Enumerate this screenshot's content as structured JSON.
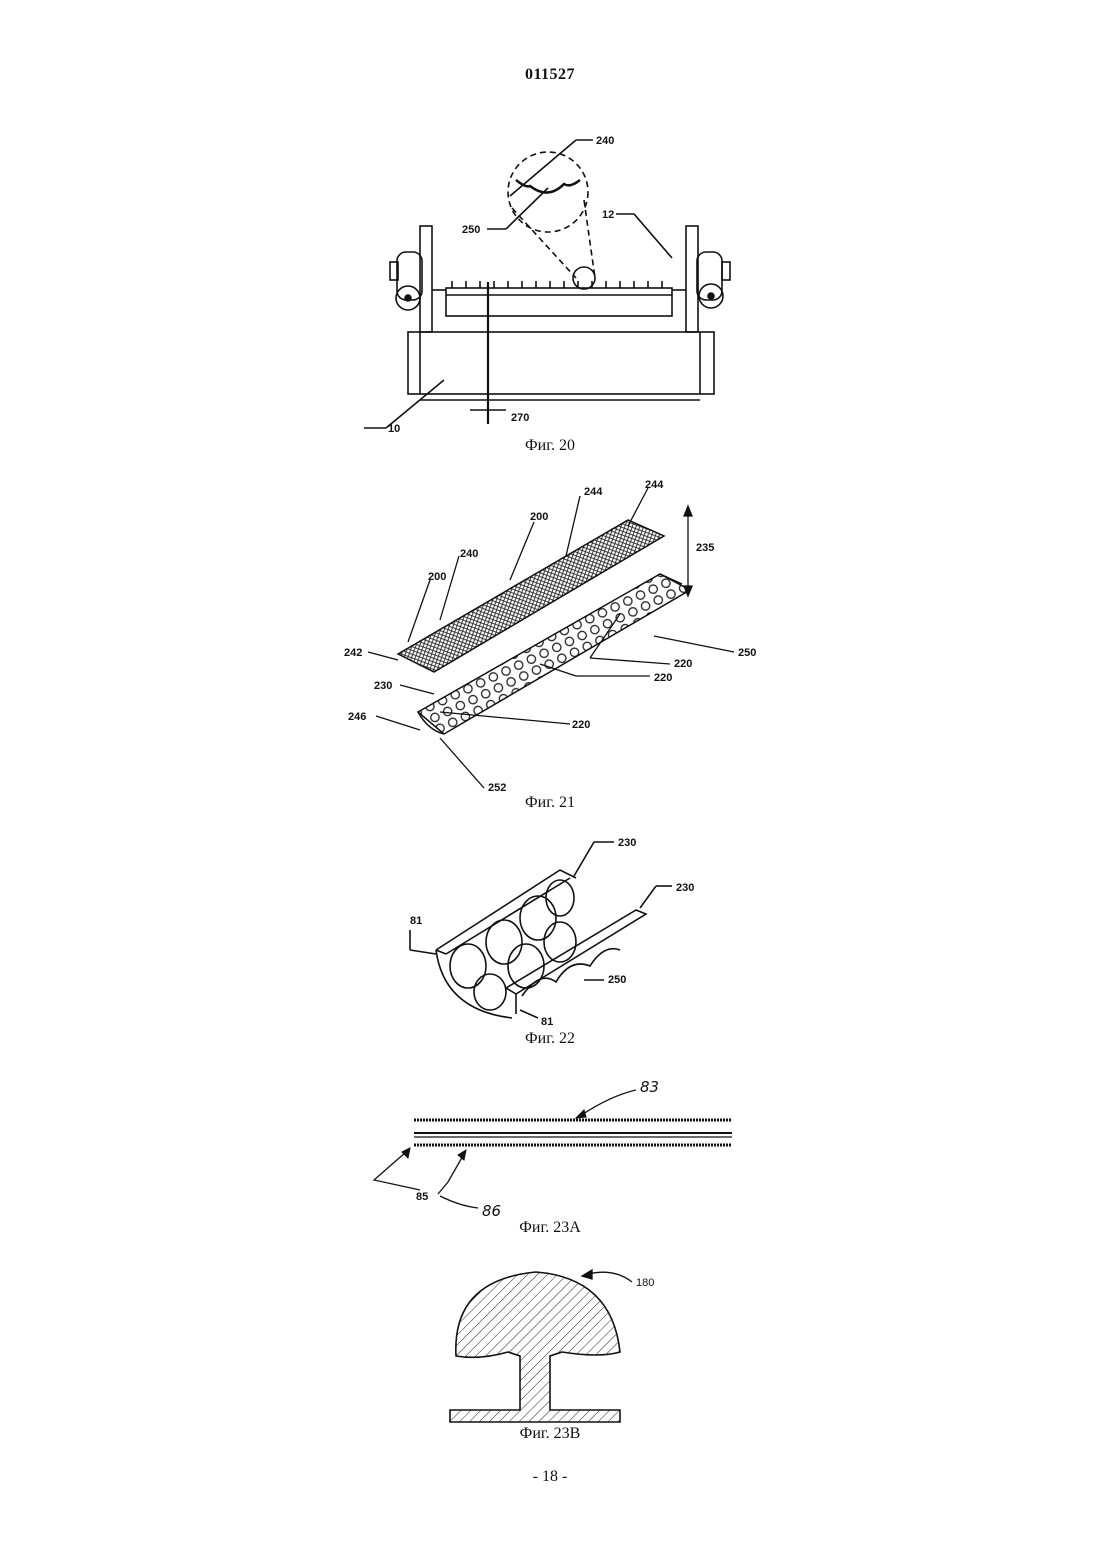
{
  "document": {
    "number": "011527",
    "page_label": "- 18 -"
  },
  "figures": [
    {
      "caption": "Фиг. 20",
      "labels": [
        "240",
        "250",
        "12",
        "270",
        "10"
      ]
    },
    {
      "caption": "Фиг. 21",
      "labels": [
        "244",
        "244",
        "200",
        "235",
        "240",
        "200",
        "242",
        "250",
        "220",
        "220",
        "230",
        "220",
        "246",
        "252"
      ]
    },
    {
      "caption": "Фиг. 22",
      "labels": [
        "230",
        "230",
        "81",
        "250",
        "81"
      ]
    },
    {
      "caption": "Фиг. 23A",
      "labels": [
        "83",
        "85",
        "86"
      ]
    },
    {
      "caption": "Фиг. 23B",
      "labels": [
        "180"
      ]
    }
  ]
}
